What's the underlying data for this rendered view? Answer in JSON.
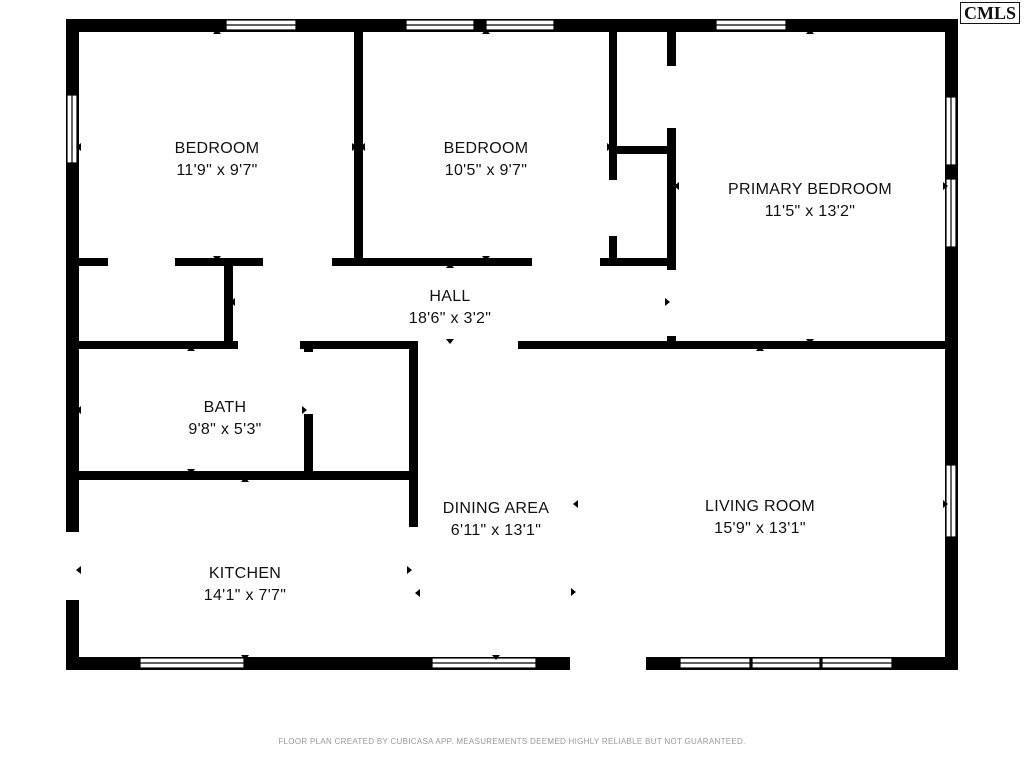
{
  "brand": {
    "logo_text": "CMLS"
  },
  "rooms": {
    "bedroom_1": {
      "name": "BEDROOM",
      "size": "11'9\" x 9'7\""
    },
    "bedroom_2": {
      "name": "BEDROOM",
      "size": "10'5\" x 9'7\""
    },
    "primary_bedroom": {
      "name": "PRIMARY BEDROOM",
      "size": "11'5\" x 13'2\""
    },
    "hall": {
      "name": "HALL",
      "size": "18'6\" x 3'2\""
    },
    "bath": {
      "name": "BATH",
      "size": "9'8\" x 5'3\""
    },
    "dining_area": {
      "name": "DINING AREA",
      "size": "6'11\" x 13'1\""
    },
    "living_room": {
      "name": "LIVING ROOM",
      "size": "15'9\" x 13'1\""
    },
    "kitchen": {
      "name": "KITCHEN",
      "size": "14'1\" x 7'7\""
    }
  },
  "footer": {
    "note": "FLOOR PLAN CREATED BY CUBICASA APP. MEASUREMENTS DEEMED HIGHLY RELIABLE BUT NOT GUARANTEED."
  },
  "colors": {
    "wall": "#000000",
    "window": "#ffffff",
    "background": "#ffffff"
  }
}
